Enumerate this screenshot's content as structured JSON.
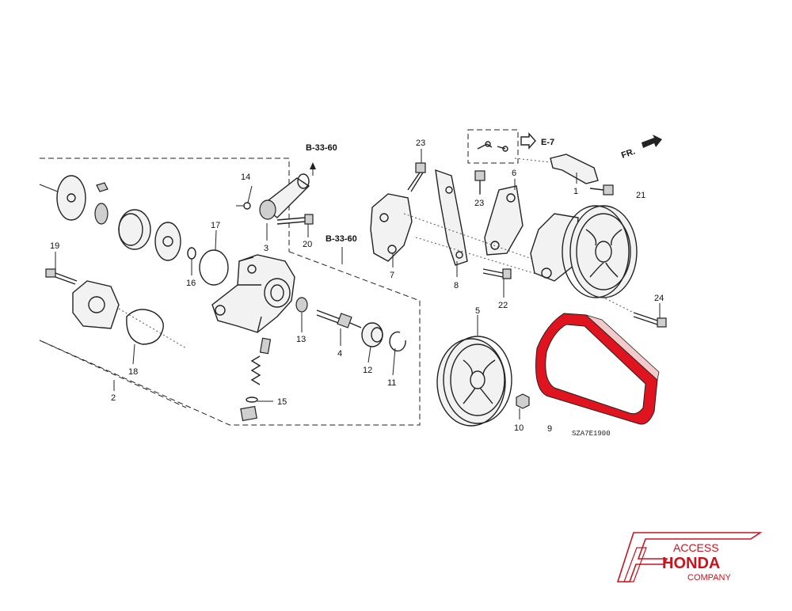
{
  "diagram": {
    "callouts": {
      "c1": "1",
      "c2": "2",
      "c3": "3",
      "c4": "4",
      "c5": "5",
      "c6": "6",
      "c7": "7",
      "c8": "8",
      "c9": "9",
      "c10": "10",
      "c11": "11",
      "c12": "12",
      "c13": "13",
      "c14": "14",
      "c15": "15",
      "c16": "16",
      "c17": "17",
      "c18": "18",
      "c19": "19",
      "c20": "20",
      "c21": "21",
      "c22": "22",
      "c23a": "23",
      "c23b": "23",
      "c24": "24"
    },
    "references": {
      "ref_hose": "B-33-60",
      "ref_pump": "B-33-60",
      "ref_e7": "E-7",
      "front": "FR."
    },
    "diagram_code": "SZA7E1900"
  },
  "logo": {
    "line1": "ACCESS",
    "line2": "HONDA",
    "line3": "COMPANY",
    "color": "#c8141e"
  },
  "colors": {
    "belt": "#e0141e",
    "line": "#222222"
  }
}
